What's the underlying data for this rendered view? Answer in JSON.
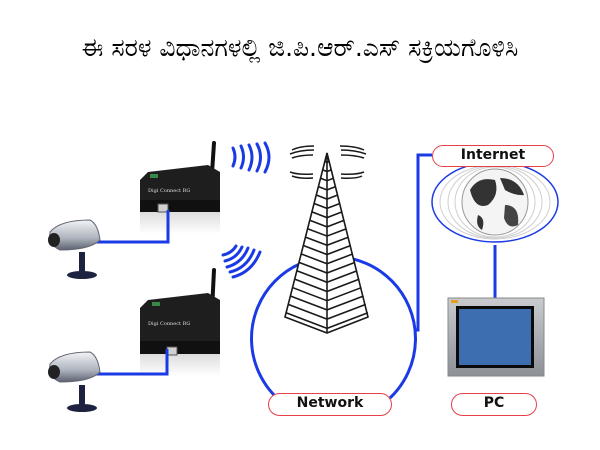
{
  "title": "ಈ ಸರಳ ವಿಧಾನಗಳಲ್ಲಿ ಜಿ.ಪಿ.ಆರ್.ಎಸ್ ಸಕ್ರಿಯಗೊಳಿಸಿ",
  "labels": {
    "internet": "Internet",
    "network": "Network",
    "pc": "PC"
  },
  "devices": {
    "gateway": "Digi Connect RG Remote Gateway",
    "camera": "IP camera"
  },
  "colors": {
    "link": "#1a3ae6",
    "label_border": "#e8404a",
    "screen": "#3d6fb0"
  }
}
